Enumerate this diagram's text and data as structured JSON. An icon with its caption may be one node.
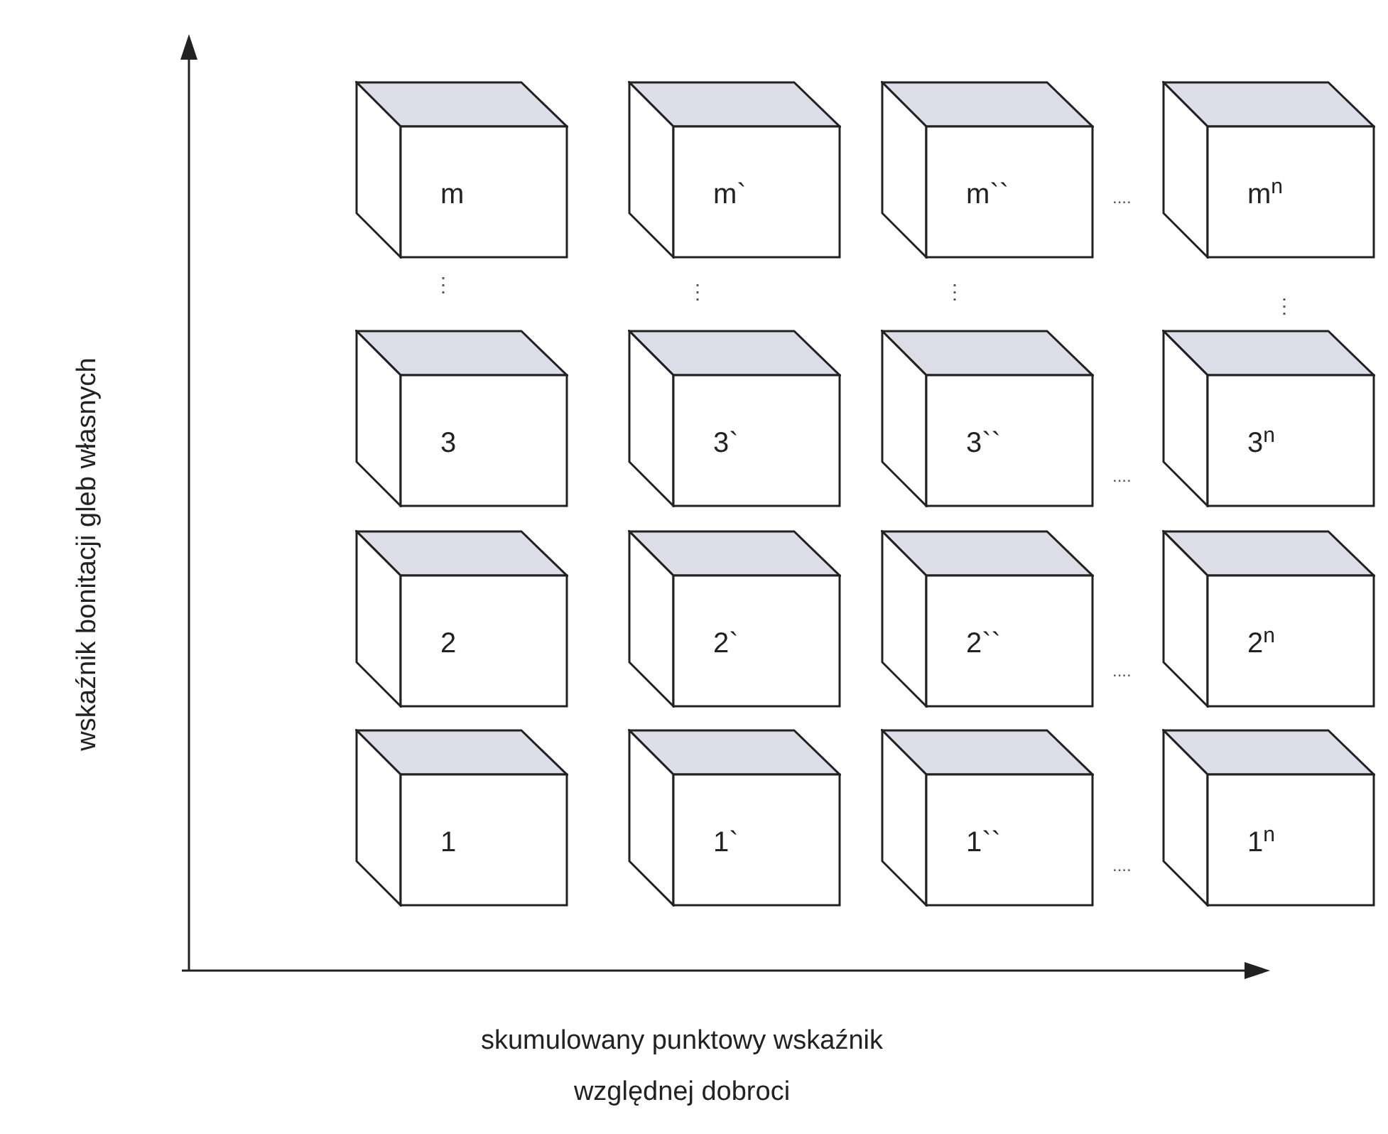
{
  "diagram": {
    "nodes": [
      {
        "text": [
          "m"
        ]
      },
      {
        "text": [
          "m`"
        ]
      },
      {
        "text": [
          "m``"
        ]
      },
      {
        "text": [
          "m$^{n}$"
        ]
      },
      {
        "text": [
          "3"
        ]
      },
      {
        "text": [
          "3`"
        ]
      },
      {
        "text": [
          "3``"
        ]
      },
      {
        "text": [
          "3$^{n}$"
        ]
      },
      {
        "text": [
          "2"
        ]
      },
      {
        "text": [
          "2`"
        ]
      },
      {
        "text": [
          "2``"
        ]
      },
      {
        "text": [
          "2$^{n}$"
        ]
      },
      {
        "text": [
          "1"
        ]
      },
      {
        "text": [
          "1`"
        ]
      },
      {
        "text": [
          "1``"
        ]
      },
      {
        "text": [
          "1$^{n}$"
        ]
      }
    ],
    "edges": [],
    "labels": [
      "....",
      "⋮",
      "⋮",
      "⋮",
      "⋮",
      "....",
      "....",
      "....",
      "wskaźnik bonitacji gleb własnych",
      "skumulowany punktowy wskaźnik względnej dobroci"
    ]
  }
}
